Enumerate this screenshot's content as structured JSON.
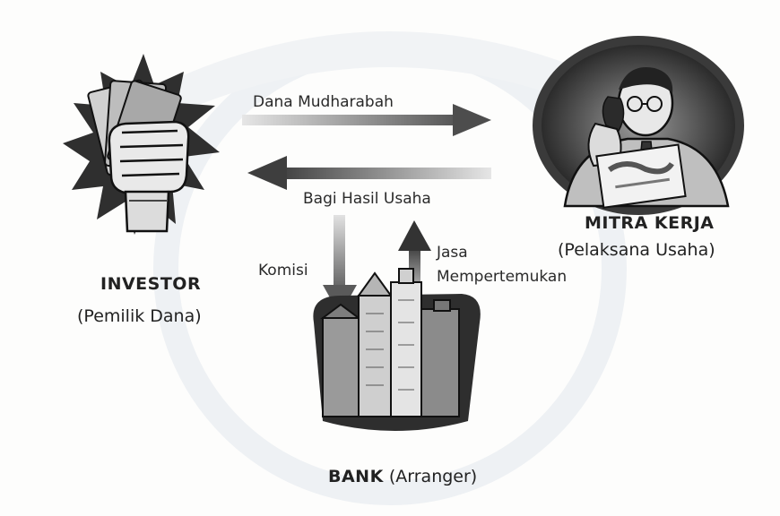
{
  "nodes": {
    "investor": {
      "title": "INVESTOR",
      "subtitle": "(Pemilik Dana)"
    },
    "mitra": {
      "title": "MITRA KERJA",
      "subtitle": "(Pelaksana Usaha)"
    },
    "bank": {
      "title": "BANK",
      "subtitle": "(Arranger)"
    }
  },
  "flows": {
    "dana": "Dana Mudharabah",
    "bagi_hasil": "Bagi Hasil Usaha",
    "komisi": "Komisi",
    "jasa_line1": "Jasa",
    "jasa_line2": "Mempertemukan"
  },
  "icons": {
    "investor": "money-fist-icon",
    "mitra": "businessman-phone-icon",
    "bank": "city-buildings-icon"
  }
}
